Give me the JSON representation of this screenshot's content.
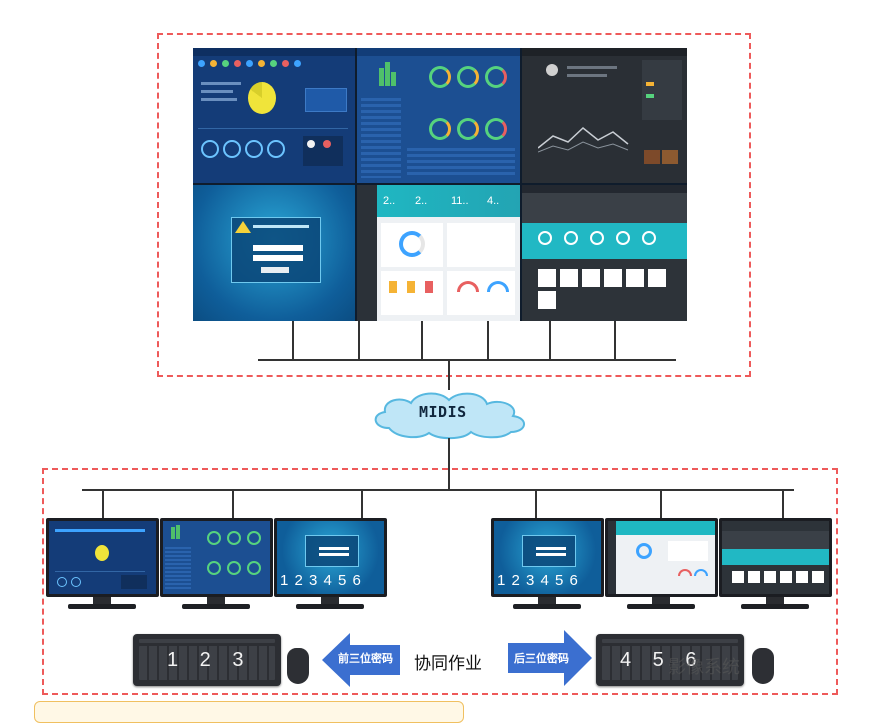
{
  "network": {
    "label": "MIDIS"
  },
  "keyboards": {
    "left_digits": "1 2 3",
    "right_digits": "4 5 6"
  },
  "arrows": {
    "left_label": "前三位密码",
    "right_label": "后三位密码"
  },
  "center_label": "协同作业",
  "monitor_numbers": {
    "left": "1 2 3 4 5 6",
    "right": "1 2 3 4 5 6"
  },
  "top_screens": {
    "panel3_counts": [
      "2..",
      "2..",
      "11..",
      "4.."
    ]
  },
  "watermark": {
    "text": "影像系统"
  },
  "colors": {
    "frame_dashed": "#ee5a5a",
    "cloud_fill": "#bfe6f7",
    "cloud_edge": "#57b8e0",
    "arrow_fill": "#3b6fd0",
    "dashboard_dark_blue": "#1a4d8f",
    "dashboard_teal": "#1fb7c2",
    "dashboard_dark": "#2a2f35"
  },
  "icons": {
    "cloud": "cloud-icon",
    "keyboard": "keyboard-icon",
    "mouse": "mouse-icon",
    "arrow_left": "arrow-left-icon",
    "arrow_right": "arrow-right-icon",
    "monitor": "monitor-icon"
  }
}
